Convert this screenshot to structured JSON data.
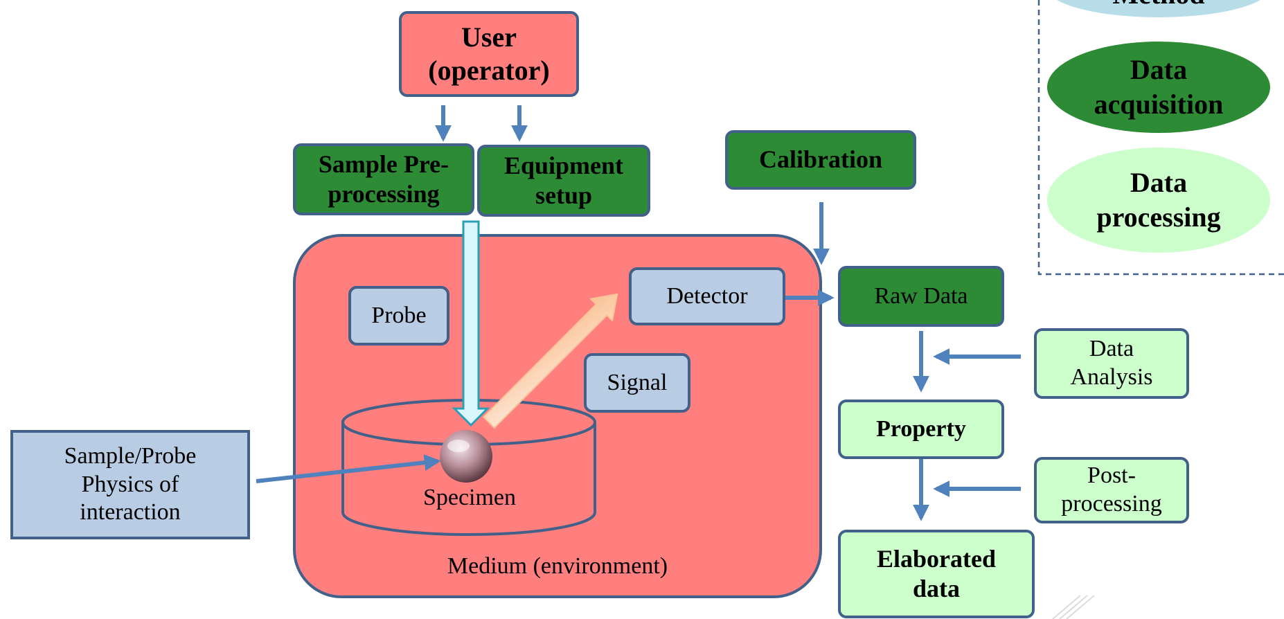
{
  "nodes": {
    "user": "User\n(operator)",
    "sample_preprocessing": "Sample Pre-\nprocessing",
    "equipment_setup": "Equipment\nsetup",
    "calibration": "Calibration",
    "probe": "Probe",
    "detector": "Detector",
    "signal": "Signal",
    "specimen": "Specimen",
    "medium": "Medium (environment)",
    "sample_probe_physics": "Sample/Probe\nPhysics of\ninteraction",
    "raw_data": "Raw Data",
    "data_analysis": "Data\nAnalysis",
    "property": "Property",
    "post_processing": "Post-\nprocessing",
    "elaborated_data": "Elaborated\ndata"
  },
  "legend": {
    "method": "Method",
    "data_acquisition": "Data\nacquisition",
    "data_processing": "Data\nprocessing"
  },
  "colors": {
    "medium_red": "#ff7e7e",
    "acquisition_green": "#2e8b35",
    "processing_light_green": "#ccffcc",
    "component_blue": "#b8cce4",
    "method_light_blue": "#b7dde8",
    "border_blue": "#41618a",
    "arrow_blue": "#4f81bd"
  }
}
